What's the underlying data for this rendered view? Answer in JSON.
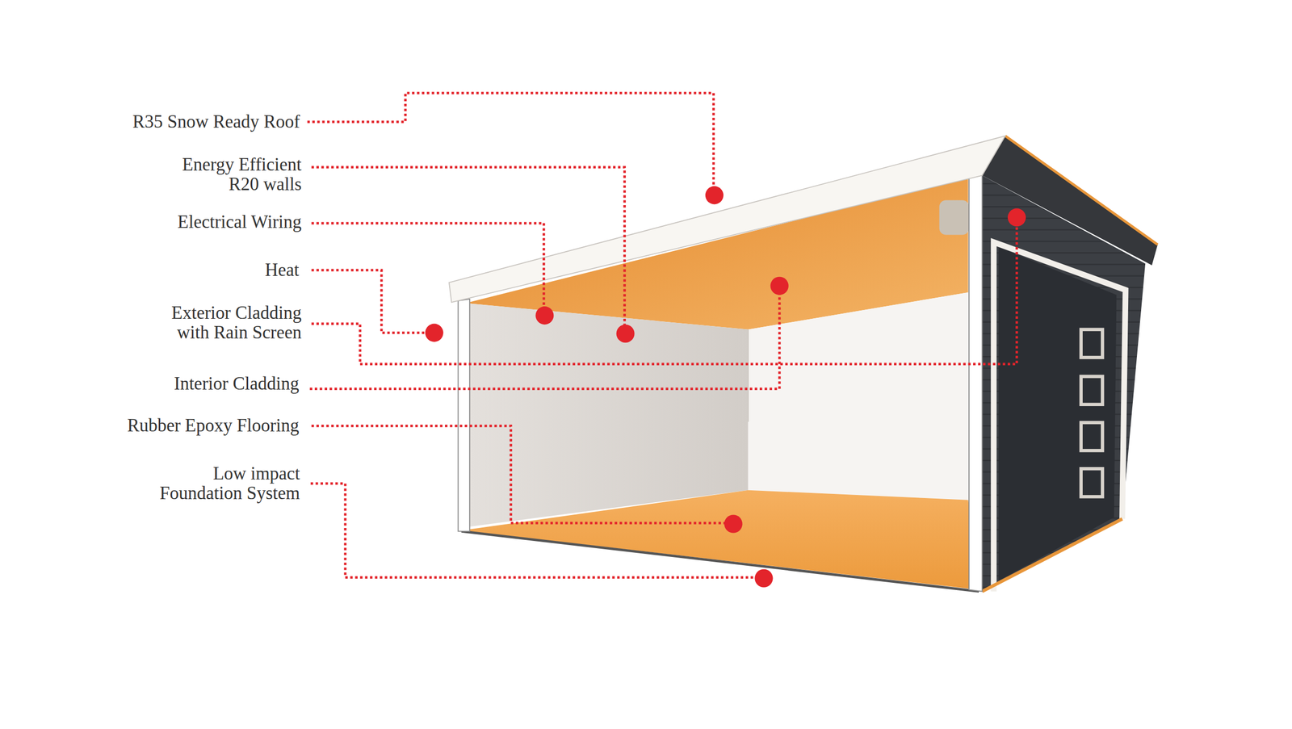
{
  "diagram": {
    "labels": [
      "R35 Snow Ready Roof",
      "Energy Efficient R20 walls",
      "Electrical Wiring",
      "Heat",
      "Exterior Cladding with Rain Screen",
      "Interior Cladding",
      "Rubber Epoxy Flooring",
      "Low impact Foundation System"
    ]
  }
}
